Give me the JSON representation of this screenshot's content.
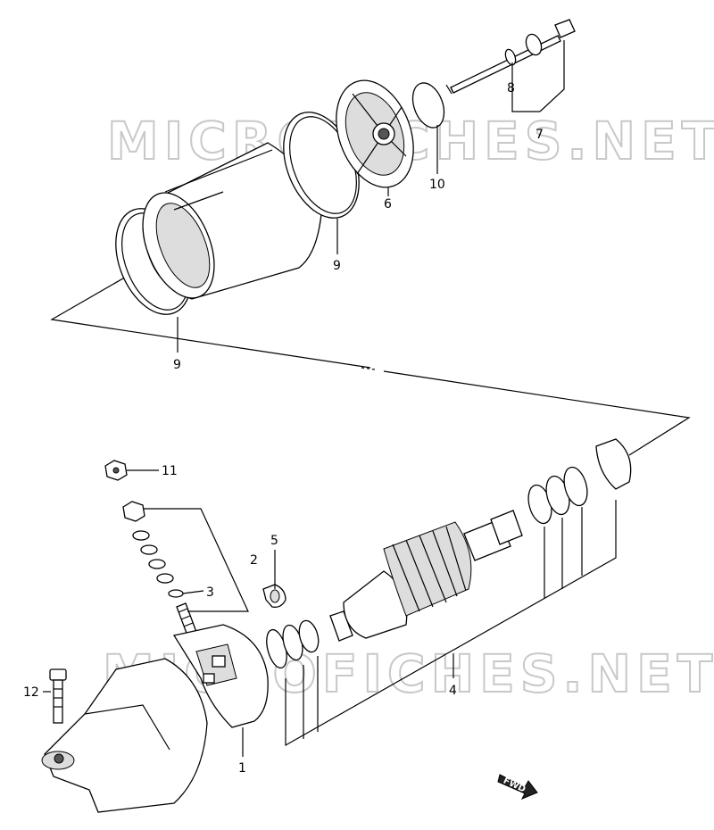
{
  "watermark": {
    "top": "MICROFICHES.NET",
    "bottom": "MICROFICHES.NET"
  },
  "fwd_label": "FWD",
  "callouts": {
    "c1": "1",
    "c2": "2",
    "c3": "3",
    "c4": "4",
    "c5": "5",
    "c6": "6",
    "c7": "7",
    "c8": "8",
    "c9a": "9",
    "c9b": "9",
    "c10": "10",
    "c11": "11",
    "c12": "12"
  }
}
